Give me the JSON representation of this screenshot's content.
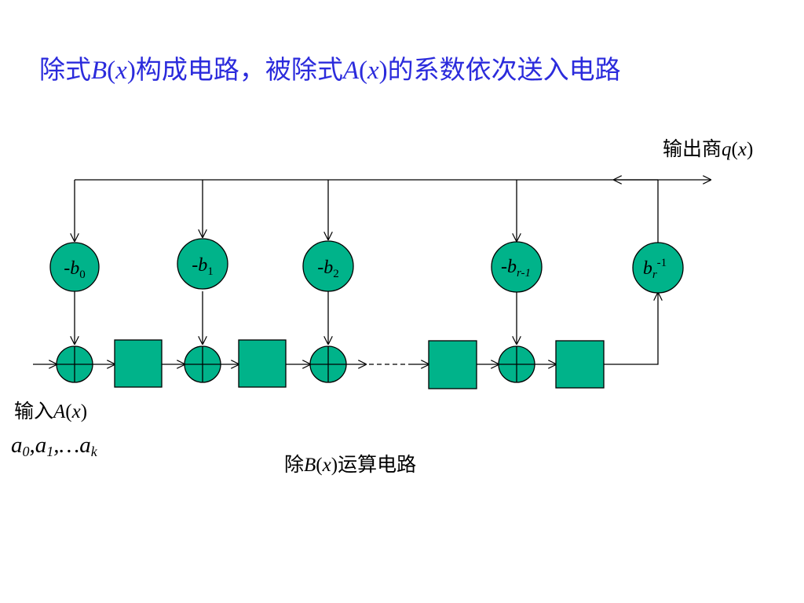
{
  "title": {
    "part1": "除式",
    "poly_b": "B",
    "x_var": "x",
    "part2": "构成电路，被除式",
    "poly_a": "A",
    "part3": "的系数依次送入电路"
  },
  "output": {
    "text": "输出商",
    "poly": "q",
    "var": "x"
  },
  "input": {
    "text": "输入",
    "poly": "A",
    "var": "x"
  },
  "sequence": {
    "a": "a",
    "sub0": "0",
    "sub1": "1",
    "sep": ",",
    "dots": ",…",
    "subk": "k"
  },
  "caption": {
    "text1": "除",
    "poly": "B",
    "var": "x",
    "text2": "运算电路"
  },
  "multipliers": [
    {
      "prefix": "-",
      "base": "b",
      "sub": "0",
      "sup": ""
    },
    {
      "prefix": "-",
      "base": "b",
      "sub": "1",
      "sup": ""
    },
    {
      "prefix": "-",
      "base": "b",
      "sub": "2",
      "sup": ""
    },
    {
      "prefix": "-",
      "base": "b",
      "sub": "r-1",
      "sup": ""
    },
    {
      "prefix": "",
      "base": "b",
      "sub": "r",
      "sup": "-1"
    }
  ],
  "colors": {
    "element_fill": "#00b38a",
    "stroke": "#000000",
    "title": "#2b2bdc"
  },
  "icons": {
    "adder": "circled-plus",
    "register": "square-box",
    "multiplier": "circle"
  }
}
